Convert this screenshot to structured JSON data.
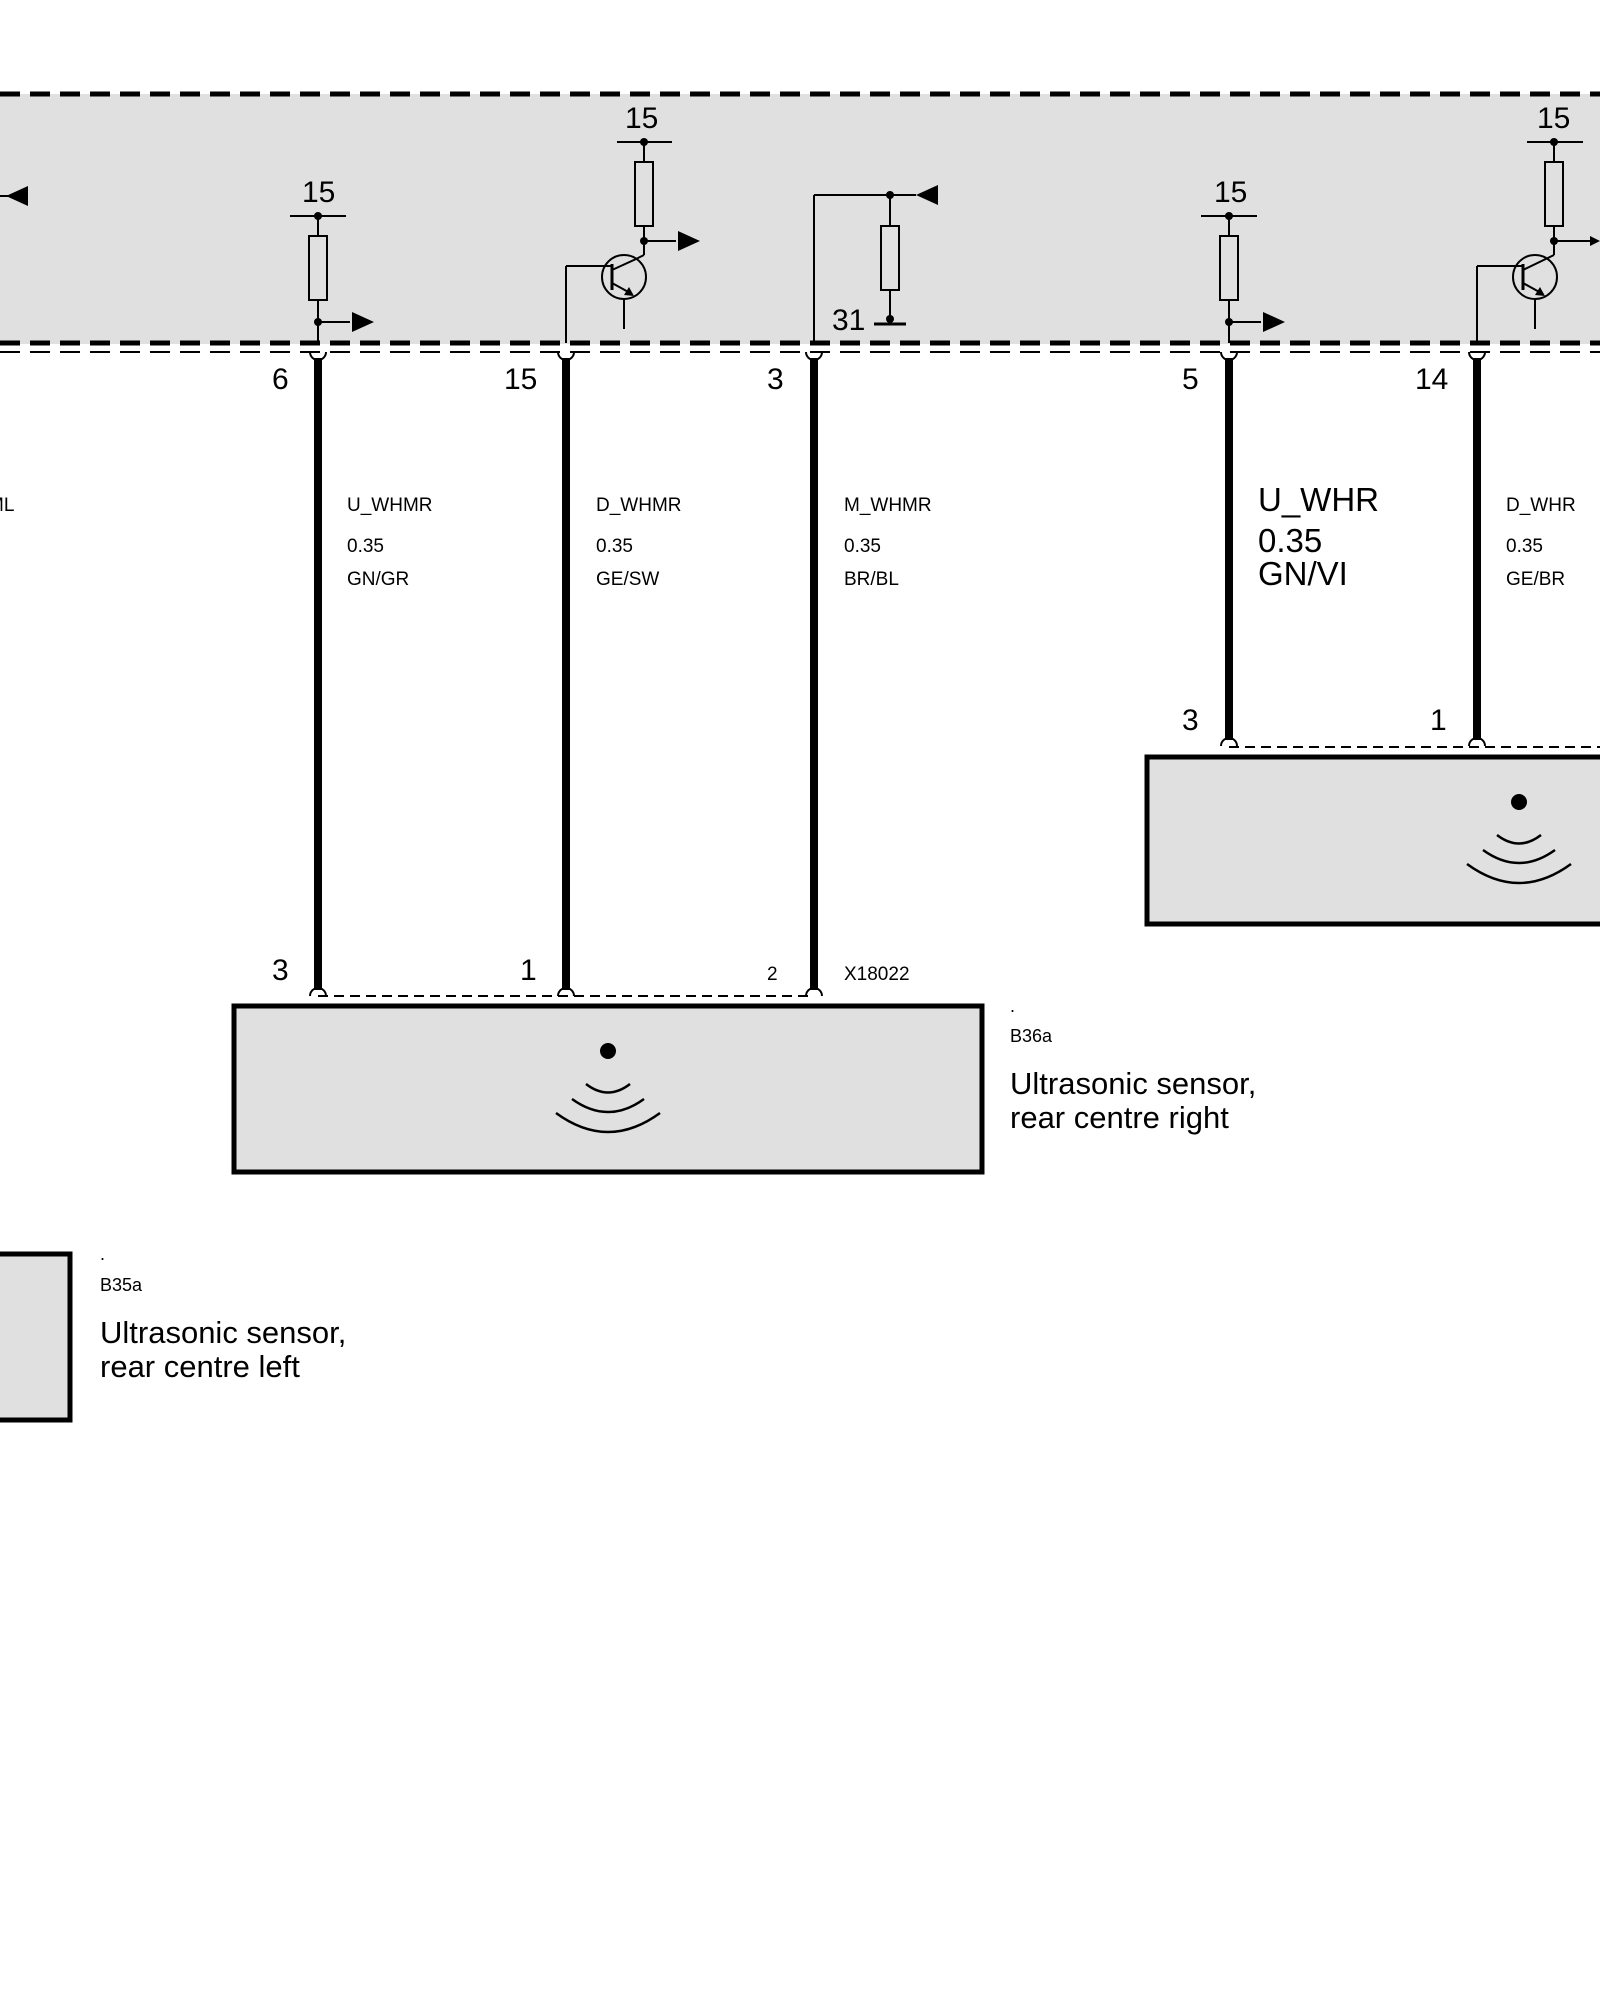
{
  "colors": {
    "ecu_fill": "#e0e0e0",
    "sensor_fill": "#e0e0e0",
    "line": "#000000"
  },
  "supply": {
    "left": "15",
    "middle": "15",
    "right_a": "15",
    "right_b": "15",
    "ground": "31"
  },
  "left_partial_signal": "ML",
  "pins_ecu": {
    "w1": "6",
    "w2": "15",
    "w3": "3",
    "w4": "5",
    "w5": "14"
  },
  "wires": [
    {
      "signal": "U_WHMR",
      "gauge": "0.35",
      "color": "GN/GR"
    },
    {
      "signal": "D_WHMR",
      "gauge": "0.35",
      "color": "GE/SW"
    },
    {
      "signal": "M_WHMR",
      "gauge": "0.35",
      "color": "BR/BL"
    },
    {
      "signal": "U_WHR",
      "gauge": "0.35",
      "color": "GN/VI"
    },
    {
      "signal": "D_WHR",
      "gauge": "0.35",
      "color": "GE/BR"
    }
  ],
  "sensor_center_right": {
    "pins": {
      "a": "3",
      "b": "1",
      "c": "2"
    },
    "connector": "X18022",
    "dot": ".",
    "id": "B36a",
    "name_line1": "Ultrasonic sensor,",
    "name_line2": "rear centre right"
  },
  "sensor_right": {
    "pins": {
      "a": "3",
      "b": "1"
    }
  },
  "sensor_center_left": {
    "dot": ".",
    "id": "B35a",
    "name_line1": "Ultrasonic sensor,",
    "name_line2": "rear centre left"
  },
  "icons": [
    "resistor-icon",
    "transistor-icon",
    "ground-icon",
    "arrow-icon",
    "ultrasonic-wave-icon"
  ]
}
